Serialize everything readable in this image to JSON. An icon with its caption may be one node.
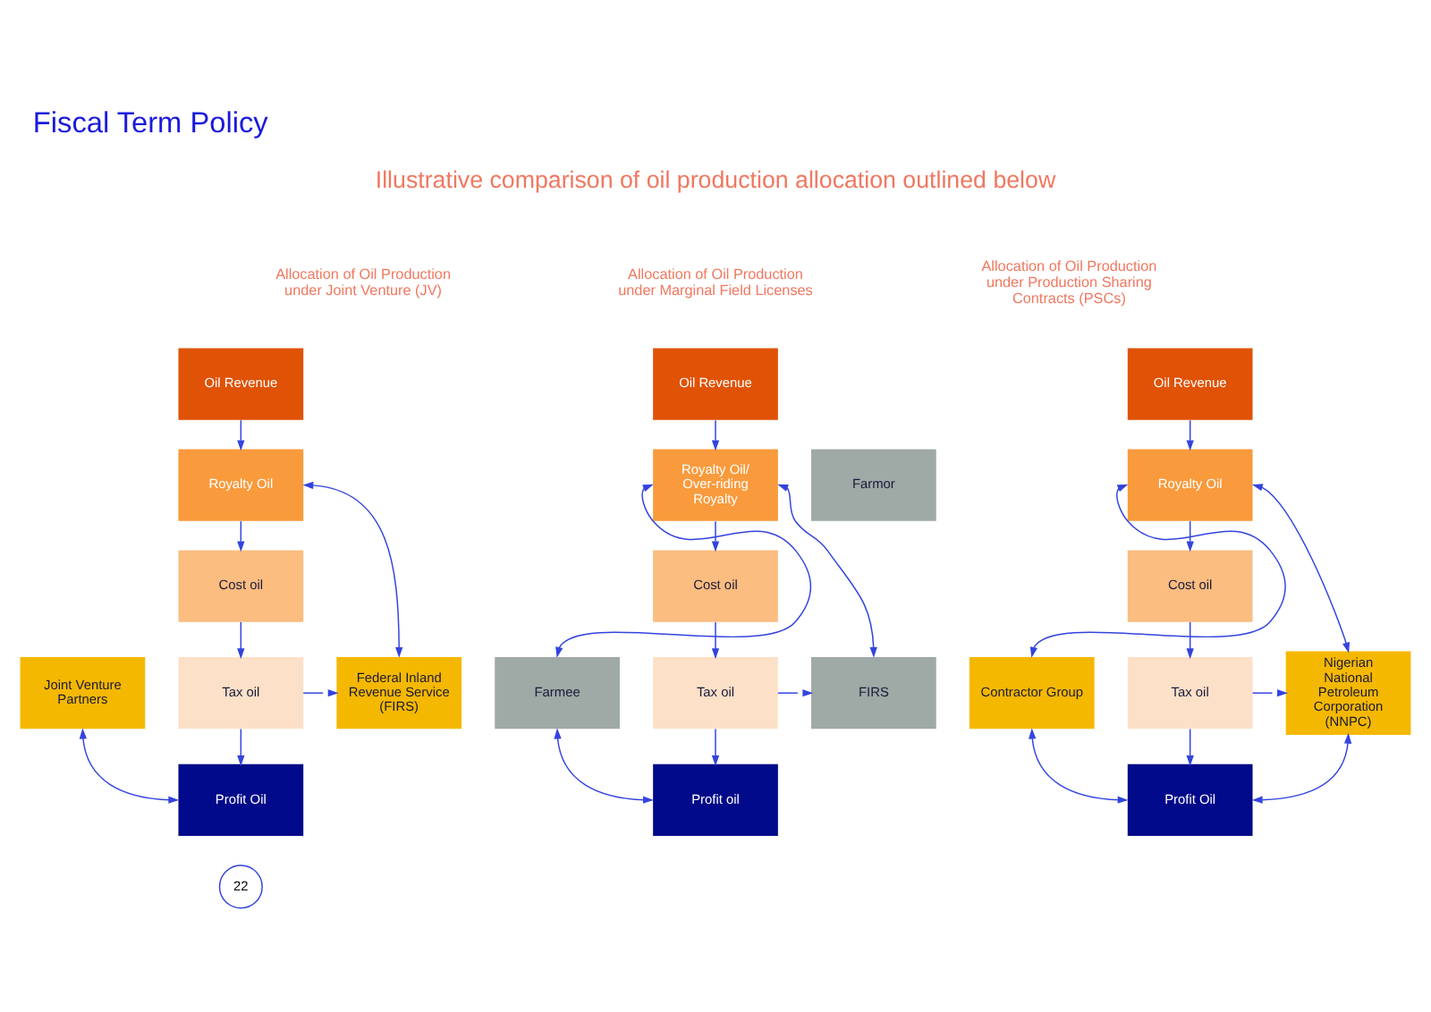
{
  "diagram": {
    "title": "Fiscal Term Policy",
    "nodes": [
      {
        "text": [
          "Oil Revenue"
        ]
      },
      {
        "text": [
          "Royalty Oil"
        ]
      },
      {
        "text": [
          "Cost oil"
        ]
      },
      {
        "text": [
          "Tax oil"
        ]
      },
      {
        "text": [
          "Profit Oil"
        ]
      },
      {
        "text": [
          "Joint Venture Partners"
        ]
      },
      {
        "text": [
          "Federal Inland Revenue Service (FIRS)"
        ]
      },
      {
        "text": [
          "Oil Revenue"
        ]
      },
      {
        "text": [
          "Royalty Oil/ Over-riding Royalty"
        ]
      },
      {
        "text": [
          "Farmor"
        ]
      },
      {
        "text": [
          "Cost oil"
        ]
      },
      {
        "text": [
          "Farmee"
        ]
      },
      {
        "text": [
          "Tax oil"
        ]
      },
      {
        "text": [
          "FIRS"
        ]
      },
      {
        "text": [
          "Profit oil"
        ]
      },
      {
        "text": [
          "Oil Revenue"
        ]
      },
      {
        "text": [
          "Royalty Oil"
        ]
      },
      {
        "text": [
          "Cost oil"
        ]
      },
      {
        "text": [
          "Contractor Group"
        ]
      },
      {
        "text": [
          "Tax oil"
        ]
      },
      {
        "text": [
          "Nigerian National Petroleum Corporation (NNPC)"
        ]
      },
      {
        "text": [
          "Profit Oil"
        ]
      }
    ],
    "edges": [
      {
        "from": 0,
        "to": 1,
        "arrow": "to"
      },
      {
        "from": 1,
        "to": 2,
        "arrow": "to"
      },
      {
        "from": 2,
        "to": 3,
        "arrow": "to"
      },
      {
        "from": 3,
        "to": 4,
        "arrow": "to"
      },
      {
        "from": 1,
        "to": 6,
        "arrow": "both"
      },
      {
        "from": 3,
        "to": 6,
        "arrow": "to"
      },
      {
        "from": 4,
        "to": 5,
        "arrow": "both"
      },
      {
        "from": 7,
        "to": 8,
        "arrow": "to"
      },
      {
        "from": 8,
        "to": 10,
        "arrow": "to"
      },
      {
        "from": 10,
        "to": 12,
        "arrow": "to"
      },
      {
        "from": 12,
        "to": 14,
        "arrow": "to"
      },
      {
        "from": 8,
        "to": 11,
        "arrow": "both"
      },
      {
        "from": 14,
        "to": 11,
        "arrow": "both"
      },
      {
        "from": 8,
        "to": 13,
        "arrow": "both"
      },
      {
        "from": 12,
        "to": 13,
        "arrow": "to"
      },
      {
        "from": 15,
        "to": 16,
        "arrow": "to"
      },
      {
        "from": 16,
        "to": 17,
        "arrow": "to"
      },
      {
        "from": 17,
        "to": 19,
        "arrow": "to"
      },
      {
        "from": 19,
        "to": 21,
        "arrow": "to"
      },
      {
        "from": 16,
        "to": 18,
        "arrow": "both"
      },
      {
        "from": 21,
        "to": 18,
        "arrow": "both"
      },
      {
        "from": 16,
        "to": 20,
        "arrow": "both"
      },
      {
        "from": 21,
        "to": 20,
        "arrow": "both"
      },
      {
        "from": 19,
        "to": 20,
        "arrow": "to"
      }
    ],
    "labels": [
      "Illustrative comparison of oil production allocation outlined below",
      "Allocation of Oil Production under Joint Venture (JV)",
      "Allocation of Oil Production under Marginal Field Licenses",
      "Allocation of Oil Production under Production Sharing Contracts (PSCs)",
      "22"
    ]
  }
}
